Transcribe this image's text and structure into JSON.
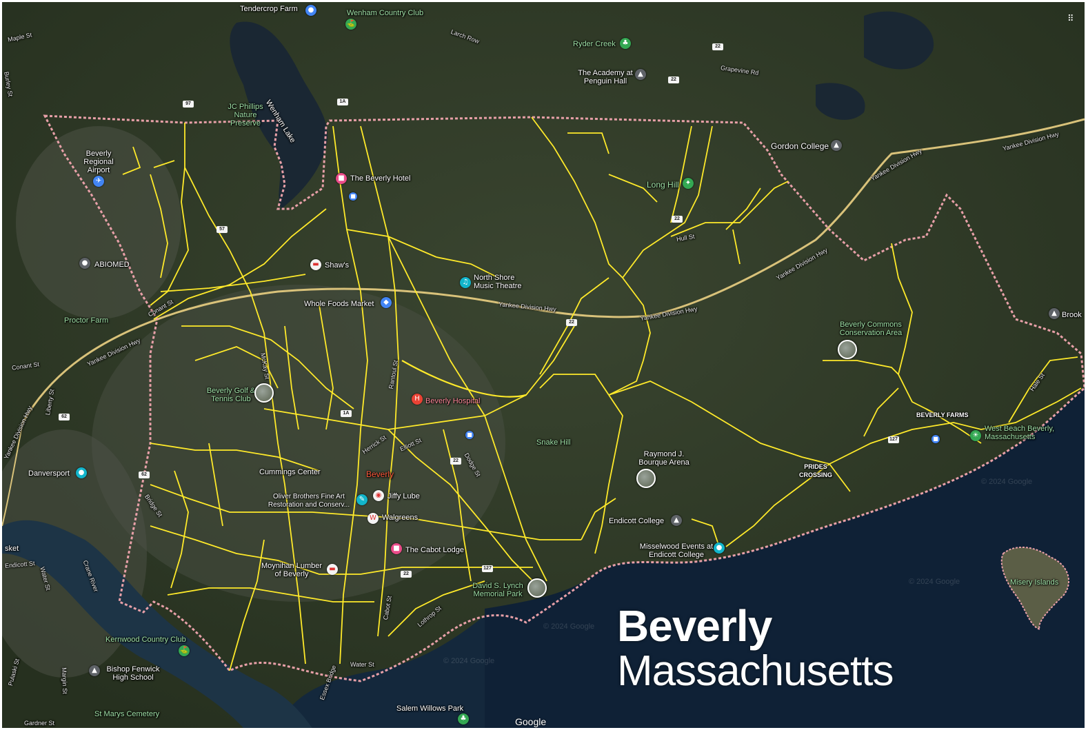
{
  "title": {
    "city": "Beverly",
    "state": "Massachusetts"
  },
  "attribution": "Google",
  "colors": {
    "boundary": "#e8a0a8",
    "streets": "#ffea2a",
    "highway": "#d9c27a",
    "water": "#0f2136",
    "land": "#2f3a28"
  },
  "places": [
    {
      "name": "Tendercrop Farm",
      "icon": "pin-icon"
    },
    {
      "name": "Wenham Country Club",
      "icon": "golf-icon"
    },
    {
      "name": "Ryder Creek",
      "icon": "park-icon"
    },
    {
      "name": "The Academy at Penguin Hall",
      "icon": "school-icon"
    },
    {
      "name": "Gordon College",
      "icon": "school-icon"
    },
    {
      "name": "JC Phillips Nature Preserve",
      "icon": ""
    },
    {
      "name": "Beverly Regional Airport",
      "icon": "airport-icon"
    },
    {
      "name": "The Beverly Hotel",
      "icon": "hotel-icon"
    },
    {
      "name": "Long Hill",
      "icon": "hiking-icon"
    },
    {
      "name": "ABIOMED",
      "icon": "pin-icon"
    },
    {
      "name": "Shaw's",
      "icon": "store-icon"
    },
    {
      "name": "North Shore Music Theatre",
      "icon": "theatre-icon"
    },
    {
      "name": "Whole Foods Market",
      "icon": "shopping-icon"
    },
    {
      "name": "Proctor Farm",
      "icon": ""
    },
    {
      "name": "Beverly Commons Conservation Area",
      "icon": "photo"
    },
    {
      "name": "Brook",
      "icon": "school-icon"
    },
    {
      "name": "Beverly Golf & Tennis Club",
      "icon": "photo"
    },
    {
      "name": "Beverly Hospital",
      "icon": "hospital-icon"
    },
    {
      "name": "Snake Hill",
      "icon": ""
    },
    {
      "name": "BEVERLY FARMS",
      "icon": ""
    },
    {
      "name": "West Beach Beverly, Massachusetts",
      "icon": "beach-icon"
    },
    {
      "name": "Danversport",
      "icon": "pin-icon"
    },
    {
      "name": "Cummings Center",
      "icon": ""
    },
    {
      "name": "Beverly",
      "icon": ""
    },
    {
      "name": "Raymond J. Bourque Arena",
      "icon": "photo"
    },
    {
      "name": "PRIDES CROSSING",
      "icon": ""
    },
    {
      "name": "Oliver Brothers Fine Art Restoration and Conserv...",
      "icon": "art-icon"
    },
    {
      "name": "Jiffy Lube",
      "icon": "car-icon"
    },
    {
      "name": "Walgreens",
      "icon": "pharmacy-icon"
    },
    {
      "name": "Endicott College",
      "icon": "school-icon"
    },
    {
      "name": "The Cabot Lodge",
      "icon": "pin-icon"
    },
    {
      "name": "Misselwood Events at Endicott College",
      "icon": "pin-icon"
    },
    {
      "name": "Moynihan Lumber of Beverly",
      "icon": "store-icon"
    },
    {
      "name": "David S. Lynch Memorial Park",
      "icon": "photo"
    },
    {
      "name": "Misery Islands",
      "icon": ""
    },
    {
      "name": "Kernwood Country Club",
      "icon": "golf-icon"
    },
    {
      "name": "Bishop Fenwick High School",
      "icon": "school-icon"
    },
    {
      "name": "Salem Willows Park",
      "icon": "park-icon"
    },
    {
      "name": "St Marys Cemetery",
      "icon": ""
    },
    {
      "name": "Wenham Lake",
      "icon": ""
    }
  ],
  "roads": {
    "maple": "Maple St",
    "burley": "Burley St",
    "larch": "Larch Row",
    "grapevine": "Grapevine Rd",
    "ydh1": "Yankee Division Hwy",
    "ydh2": "Yankee Division Hwy",
    "ydh3": "Yankee Division Hwy",
    "ydh4": "Yankee Division Hwy",
    "ydh5": "Yankee Division Hwy",
    "ydh6": "Yankee Division Hwy",
    "ydh7": "Yankee Division Hwy",
    "conant1": "Conant St",
    "conant2": "Conant St",
    "hull": "Hull St",
    "hale": "Hale St",
    "elliott": "Elliott St",
    "liberty": "Liberty St",
    "water1": "Water St",
    "water2": "Water St",
    "crane": "Crane River",
    "endicott": "Endicott St",
    "pulaski": "Pulaski St",
    "margin": "Margin St",
    "gardner": "Gardner St",
    "essex": "Essex Bridge",
    "sket": "sket",
    "bridge": "Bridge St",
    "cabot": "Cabot St",
    "herrick": "Herrick St",
    "rantoul": "Rantoul St",
    "dodge": "Dodge St",
    "mckay": "McKay St",
    "lothrop": "Lothrop St"
  },
  "shields": [
    "1A",
    "22",
    "97",
    "57",
    "22",
    "22",
    "22",
    "62",
    "62",
    "1A",
    "22",
    "22",
    "127",
    "127"
  ],
  "watermarks": [
    "© 2024 Google",
    "© 2024 Google",
    "© 2024 Google",
    "© 2024 Google"
  ]
}
